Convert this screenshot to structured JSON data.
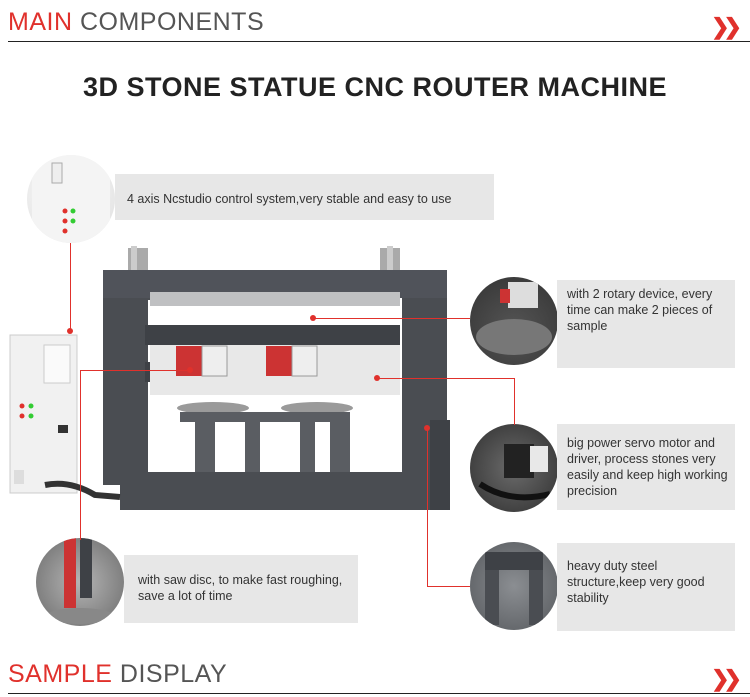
{
  "header_top": {
    "accent": "MAIN",
    "rest": "COMPONENTS",
    "chevrons": "»"
  },
  "title": "3D STONE STATUE CNC ROUTER MACHINE",
  "callouts": {
    "control": "4 axis Ncstudio control system,very stable and easy to use",
    "rotary": "with 2 rotary device, every time can make 2 pieces of sample",
    "servo": "big power servo motor and driver, process stones very easily and keep high working precision",
    "steel": "heavy duty steel structure,keep very good stability",
    "saw": "with saw disc, to make fast roughing, save a lot of time"
  },
  "header_bottom": {
    "accent": "SAMPLE",
    "rest": "DISPLAY",
    "chevrons": "»"
  },
  "colors": {
    "accent": "#e0312c",
    "frame": "#4a4d52",
    "callout_bg": "#e7e7e7"
  },
  "icons": [
    "chevron-right-double-icon"
  ]
}
